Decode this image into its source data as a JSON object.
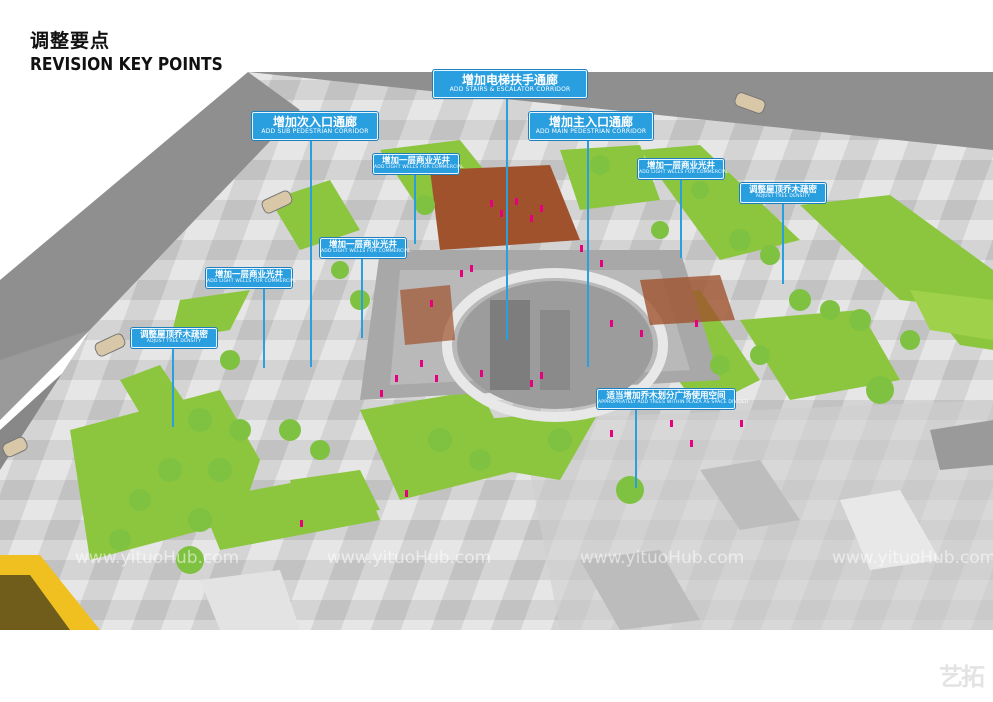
{
  "header": {
    "title_cn": "调整要点",
    "title_en": "REVISION KEY POINTS"
  },
  "callouts": [
    {
      "id": "stairs-escalator",
      "cn": "增加电梯扶手通廊",
      "en": "ADD STAIRS & ESCALATOR CORRIDOR"
    },
    {
      "id": "sub-pedestrian",
      "cn": "增加次入口通廊",
      "en": "ADD SUB PEDESTRIAN CORRIDOR"
    },
    {
      "id": "main-pedestrian",
      "cn": "增加主入口通廊",
      "en": "ADD MAIN PEDESTRIAN CORRIDOR"
    },
    {
      "id": "lightwell-1",
      "cn": "增加一层商业光井",
      "en": "ADD LIGHT WELLS FOR COMMERCIAL"
    },
    {
      "id": "lightwell-2",
      "cn": "增加一层商业光井",
      "en": "ADD LIGHT WELLS FOR COMMERCIAL"
    },
    {
      "id": "lightwell-3",
      "cn": "增加一层商业光井",
      "en": "ADD LIGHT WELLS FOR COMMERCIAL"
    },
    {
      "id": "lightwell-4",
      "cn": "增加一层商业光井",
      "en": "ADD LIGHT WELLS FOR COMMERCIAL"
    },
    {
      "id": "tree-density-right",
      "cn": "调整屋顶乔木疏密",
      "en": "ADJUST TREE DENSITY"
    },
    {
      "id": "tree-density-left",
      "cn": "调整屋顶乔木疏密",
      "en": "ADJUST TREE DENSITY"
    },
    {
      "id": "plaza-trees",
      "cn": "适当增加乔木划分广场使用空间",
      "en": "APPROPRIATELY ADD TREES WITHIN PLAZA AS SPACE DIVIDER"
    }
  ],
  "watermarks": [
    "www.yituoHub.com",
    "www.yituoHub.com",
    "www.yituoHub.com",
    "www.yituoHub.com"
  ],
  "logo": "艺拓",
  "colors": {
    "callout": "#2a9fe0",
    "road": "#8a8a8a",
    "lawn": "#8cc63f",
    "paving": "#d9d9d9",
    "people": "#e6007e"
  }
}
